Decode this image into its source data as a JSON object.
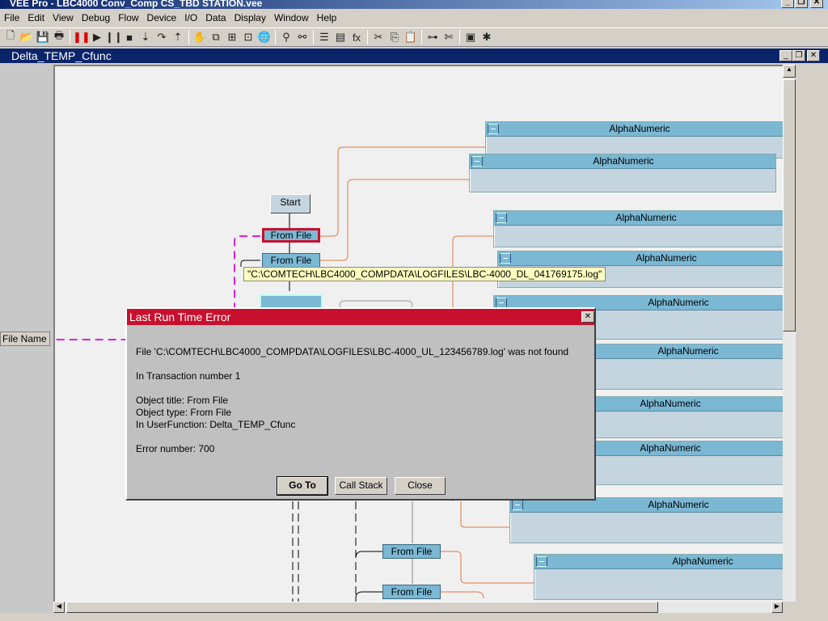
{
  "app": {
    "title": "VEE Pro - LBC4000 Conv_Comp CS_TBD STATION.vee"
  },
  "menu": [
    "File",
    "Edit",
    "View",
    "Debug",
    "Flow",
    "Device",
    "I/O",
    "Data",
    "Display",
    "Window",
    "Help"
  ],
  "toolbar": [
    {
      "icon": "new-icon",
      "g": "🗋"
    },
    {
      "icon": "open-icon",
      "g": "📂"
    },
    {
      "icon": "save-icon",
      "g": "💾"
    },
    {
      "icon": "print-icon",
      "g": "🖶"
    },
    "|",
    {
      "icon": "pause-red-icon",
      "g": "❚❚"
    },
    {
      "icon": "run-icon",
      "g": "▶"
    },
    {
      "icon": "pause-icon",
      "g": "❙❙"
    },
    {
      "icon": "stop-icon",
      "g": "■"
    },
    {
      "icon": "step-into-icon",
      "g": "⇣"
    },
    {
      "icon": "step-over-icon",
      "g": "↷"
    },
    {
      "icon": "step-out-icon",
      "g": "⇡"
    },
    "|",
    {
      "icon": "hand-icon",
      "g": "✋"
    },
    {
      "icon": "bring-front-icon",
      "g": "⧉"
    },
    {
      "icon": "align-icon",
      "g": "⊞"
    },
    {
      "icon": "align-2-icon",
      "g": "⊡"
    },
    {
      "icon": "globe-icon",
      "g": "🌐"
    },
    "|",
    {
      "icon": "find-icon",
      "g": "⚲"
    },
    {
      "icon": "find-next-icon",
      "g": "⚯"
    },
    "|",
    {
      "icon": "properties-icon",
      "g": "☰"
    },
    {
      "icon": "instrument-icon",
      "g": "▤"
    },
    {
      "icon": "function-icon",
      "g": "fx"
    },
    "|",
    {
      "icon": "cut-icon",
      "g": "✂"
    },
    {
      "icon": "copy-icon",
      "g": "⎘"
    },
    {
      "icon": "paste-icon",
      "g": "📋"
    },
    "|",
    {
      "icon": "tree-icon",
      "g": "⊶"
    },
    {
      "icon": "debug-cut-icon",
      "g": "✄"
    },
    "|",
    {
      "icon": "panel-icon",
      "g": "▣"
    },
    {
      "icon": "bug-icon",
      "g": "✱"
    }
  ],
  "subwindow": {
    "title": "Delta_TEMP_Cfunc"
  },
  "canvas": {
    "start": "Start",
    "from_file": "From File",
    "file_name": "File Name",
    "alphanumeric": "AlphaNumeric",
    "tooltip": "\"C:\\COMTECH\\LBC4000_COMPDATA\\LOGFILES\\LBC-4000_DL_041769175.log\""
  },
  "dialog": {
    "title": "Last Run Time Error",
    "lines": [
      "File 'C:\\COMTECH\\LBC4000_COMPDATA\\LOGFILES\\LBC-4000_UL_123456789.log' was not found",
      "",
      "In Transaction number 1",
      "",
      "Object title: From File",
      "Object type: From File",
      "In UserFunction: Delta_TEMP_Cfunc",
      "",
      "Error number: 700"
    ],
    "buttons": {
      "goto": "Go To",
      "callstack": "Call Stack",
      "close": "Close"
    }
  },
  "colors": {
    "error_title": "#c8102e",
    "block": "#7ab8d4",
    "wire_data": "#e07840",
    "wire_control": "#e020e0"
  }
}
